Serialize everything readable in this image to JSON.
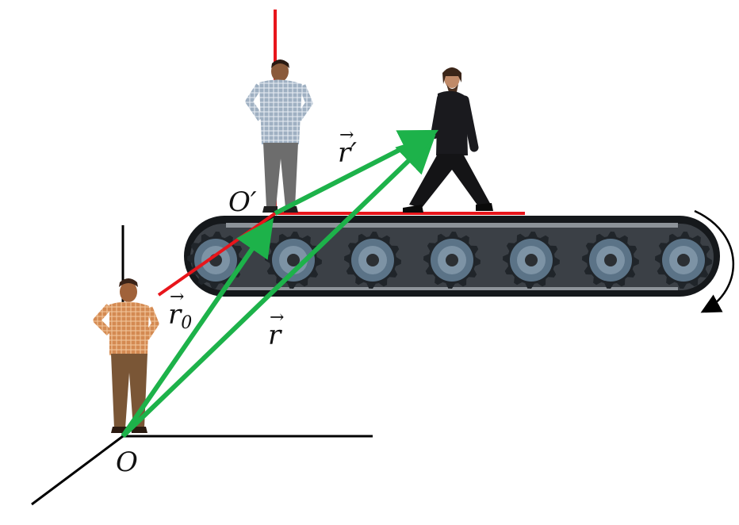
{
  "labels": {
    "origin_ground": "O",
    "origin_moving": "O′",
    "vector_r": "r",
    "vector_r0_base": "r",
    "vector_r0_sub": "0",
    "vector_r_prime": "r′",
    "arrow_symbol": "→"
  },
  "colors": {
    "axis_ground": "#000000",
    "axis_moving": "#e8151b",
    "vectors": "#1db24a",
    "belt_body": "#3b4046",
    "belt_edge": "#15181b",
    "gear_fill": "#5b7387",
    "gear_hub": "#2b2f33"
  }
}
